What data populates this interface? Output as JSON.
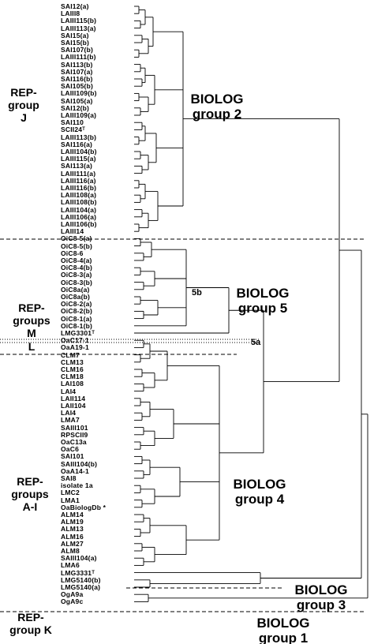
{
  "leaves": [
    "SAI12(a)",
    "LAIII8",
    "LAIII115(b)",
    "LAIII113(a)",
    "SAI15(a)",
    "SAI15(b)",
    "SAI107(b)",
    "LAIII111(b)",
    "SAI113(b)",
    "SAI107(a)",
    "SAI116(b)",
    "SAI105(b)",
    "LAIII109(b)",
    "SAI105(a)",
    "SAI12(b)",
    "LAIII109(a)",
    "SAI110",
    "SCII24ᵀ",
    "LAIII113(b)",
    "SAI116(a)",
    "LAIII104(b)",
    "LAIII115(a)",
    "SAI113(a)",
    "LAIII111(a)",
    "LAIII116(a)",
    "LAIII116(b)",
    "LAIII108(a)",
    "LAIII108(b)",
    "LAIII104(a)",
    "LAIII106(a)",
    "LAIII106(b)",
    "LAIII14",
    "OiC8-5(a)",
    "OiC8-5(b)",
    "OiC8-6",
    "OiC8-4(a)",
    "OiC8-4(b)",
    "OiC8-3(a)",
    "OiC8-3(b)",
    "OiC8a(a)",
    "OiC8a(b)",
    "OiC8-2(a)",
    "OiC8-2(b)",
    "OiC8-1(a)",
    "OiC8-1(b)",
    "LMG3301ᵀ",
    "OaC17-1",
    "OaA19-1",
    "CLM7",
    "CLM13",
    "CLM16",
    "CLM18",
    "LAI108",
    "LAI4",
    "LAII114",
    "LAII104",
    "LAI4",
    "LMA7",
    "SAIII101",
    "RPSCII9",
    "OaC13a",
    "OaC6",
    "SAI101",
    "SAIII104(b)",
    "OaA14-1",
    "SAI8",
    "isolate 1a",
    "LMC2",
    "LMA1",
    "OaBiologDb *",
    "ALM14",
    "ALM19",
    "ALM13",
    "ALM16",
    "ALM27",
    "ALM8",
    "SAIII104(a)",
    "LMA6",
    "LMG3331ᵀ",
    "LMG5140(b)",
    "LMG5140(a)",
    "OgA9a",
    "OgA9c"
  ],
  "rep_groups": [
    {
      "line1": "REP-",
      "line2": "group",
      "line3": "J"
    },
    {
      "line1": "REP-",
      "line2": "groups",
      "line3": "M"
    },
    {
      "line1": "L"
    },
    {
      "line1": "REP-",
      "line2": "groups",
      "line3": "A-I"
    },
    {
      "line1": "REP-",
      "line2": "group K"
    }
  ],
  "biolog_groups": [
    {
      "line1": "BIOLOG",
      "line2": "group 2"
    },
    {
      "line1": "BIOLOG",
      "line2": "group 5"
    },
    {
      "line1": "BIOLOG",
      "line2": "group 4"
    },
    {
      "line1": "BIOLOG",
      "line2": "group 3"
    },
    {
      "line1": "BIOLOG",
      "line2": "group 1"
    }
  ],
  "node_labels": {
    "a": "5b",
    "b": "5a"
  }
}
